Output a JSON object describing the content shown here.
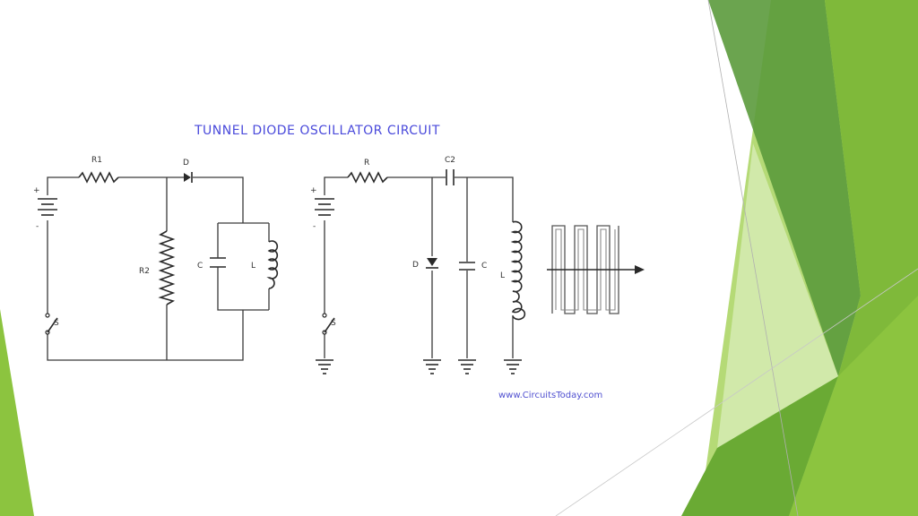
{
  "slide": {
    "diagram_title": "TUNNEL DIODE OSCILLATOR CIRCUIT",
    "website": "www.CircuitsToday.com",
    "colors": {
      "title": "#4a4adb",
      "green_dark": "#5b9a3c",
      "green_mid": "#7fb93a",
      "green_light": "#a8d45e"
    }
  },
  "circuit1": {
    "battery_plus": "+",
    "battery_minus": "-",
    "r1": "R1",
    "diode": "D",
    "r2": "R2",
    "capacitor": "C",
    "inductor": "L",
    "switch": "S"
  },
  "circuit2": {
    "battery_plus": "+",
    "battery_minus": "-",
    "resistor": "R",
    "capacitor_c2": "C2",
    "diode": "D",
    "capacitor": "C",
    "inductor": "L",
    "switch": "S"
  }
}
